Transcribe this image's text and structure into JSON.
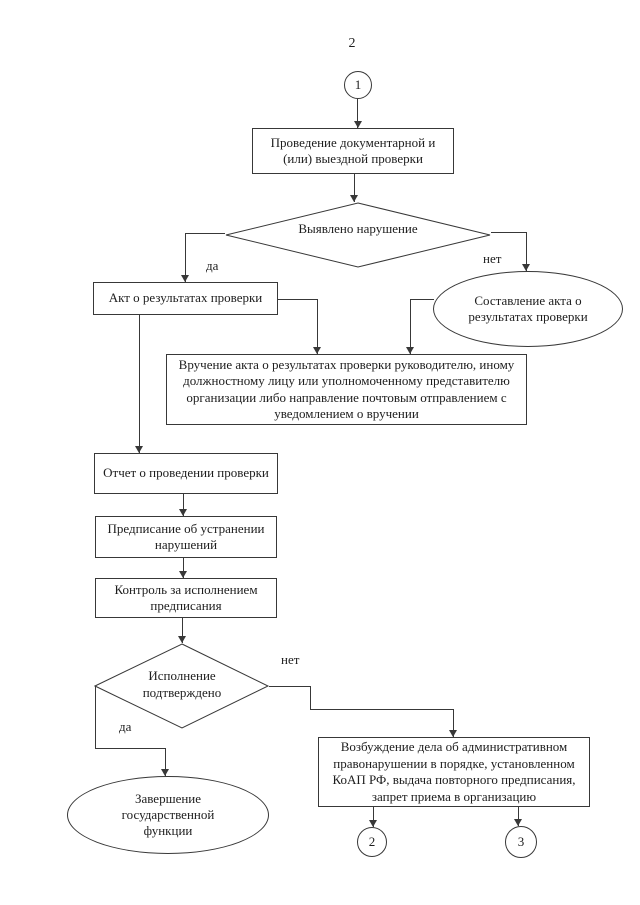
{
  "page": {
    "number": "2"
  },
  "flowchart": {
    "start_connector": "1",
    "end_connectors": [
      "2",
      "3"
    ],
    "branch_labels": {
      "yes": "да",
      "no": "нет"
    },
    "nodes": {
      "conduct_check": "Проведение документарной и (или) выездной проверки",
      "violation_found": "Выявлено нарушение",
      "act_of_results": "Акт о результатах проверки",
      "drafting_act": "Составление акта о результатах проверки",
      "handing_act": "Вручение акта о результатах проверки руководителю, иному должностному лицу или уполномоченному представителю организации либо направление почтовым отправлением с уведомлением о вручении",
      "inspection_report": "Отчет о проведении проверки",
      "prescription": "Предписание об устранении нарушений",
      "control": "Контроль за исполнением предписания",
      "execution_confirmed": "Исполнение подтверждено",
      "completion": "Завершение государственной функции",
      "admin_case": "Возбуждение дела об административном правонарушении в порядке, установленном КоАП РФ, выдача повторного предписания, запрет приема в организацию"
    }
  },
  "colors": {
    "ink": "#383838",
    "text": "#1d1d1d",
    "background": "#ffffff"
  }
}
